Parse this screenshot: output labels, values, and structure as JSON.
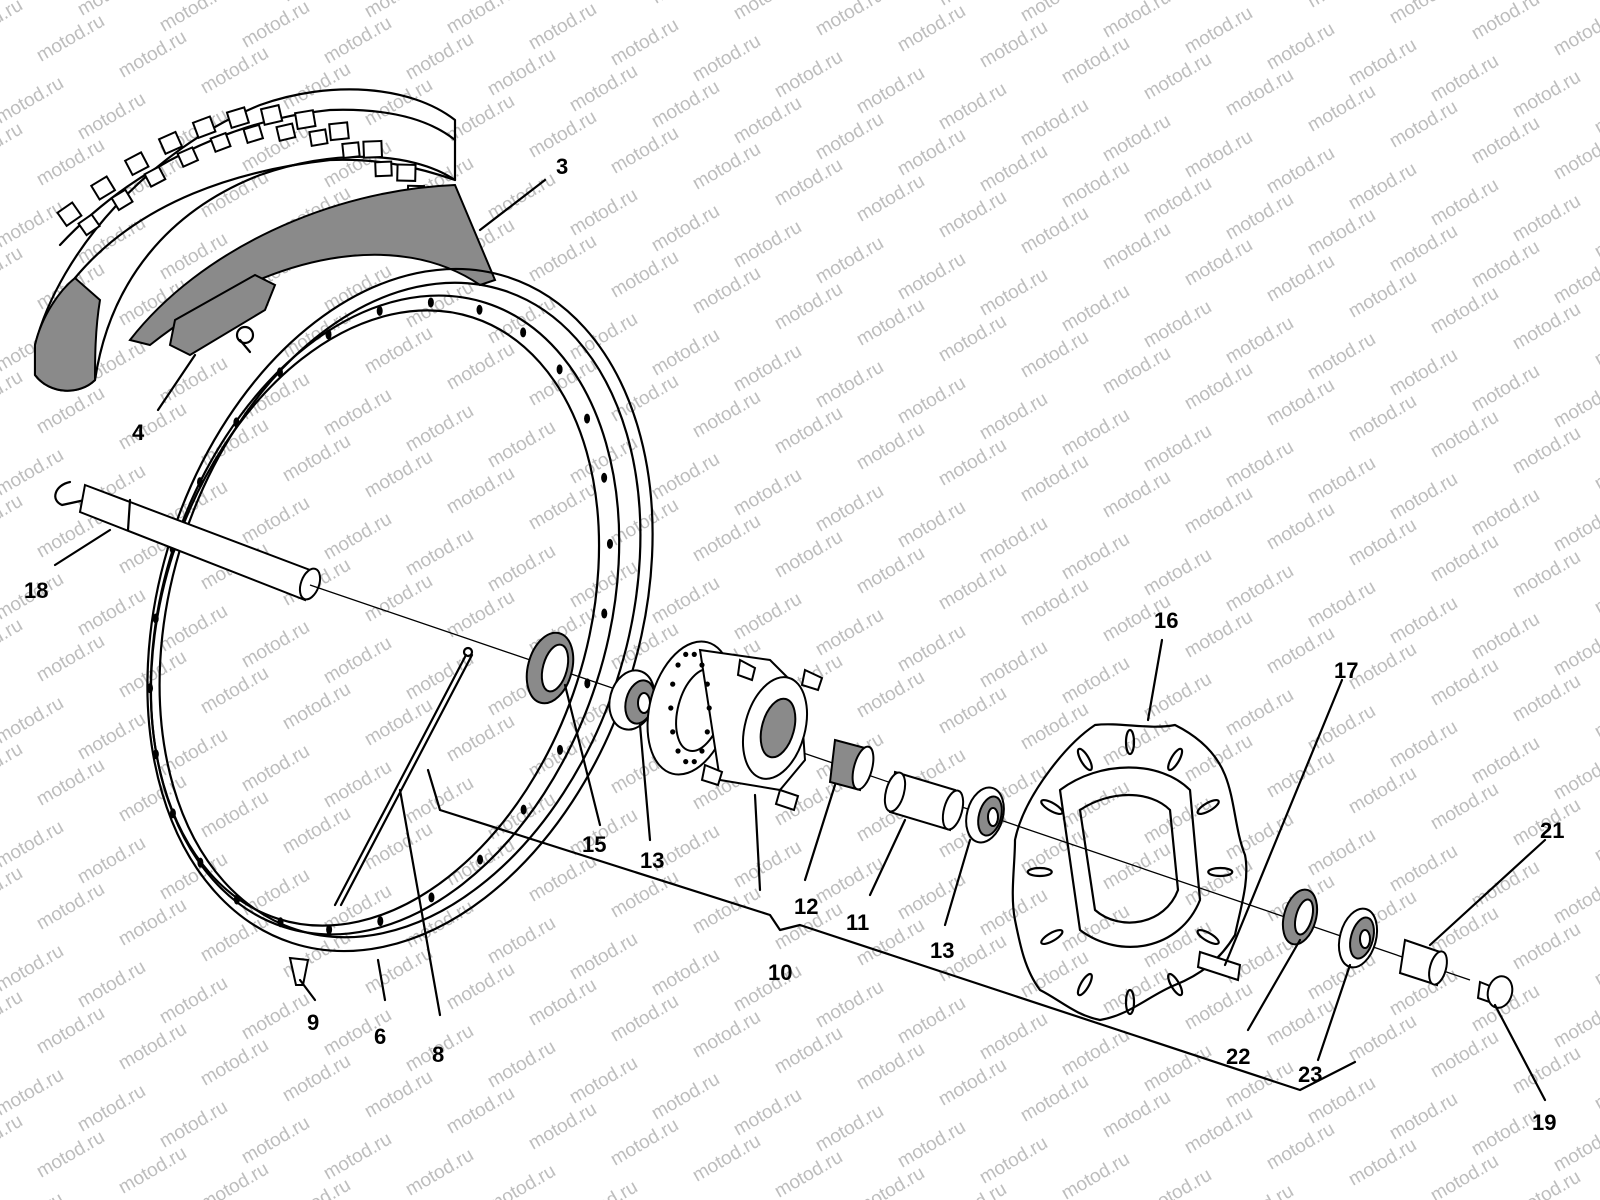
{
  "watermark": "motod.ru",
  "callouts": [
    "3",
    "4",
    "18",
    "15",
    "13",
    "12",
    "11",
    "13",
    "10",
    "16",
    "17",
    "21",
    "22",
    "23",
    "19",
    "9",
    "6",
    "8"
  ],
  "colors": {
    "ink": "#000000",
    "watermark": "#bdbdbd",
    "background": "#ffffff"
  }
}
